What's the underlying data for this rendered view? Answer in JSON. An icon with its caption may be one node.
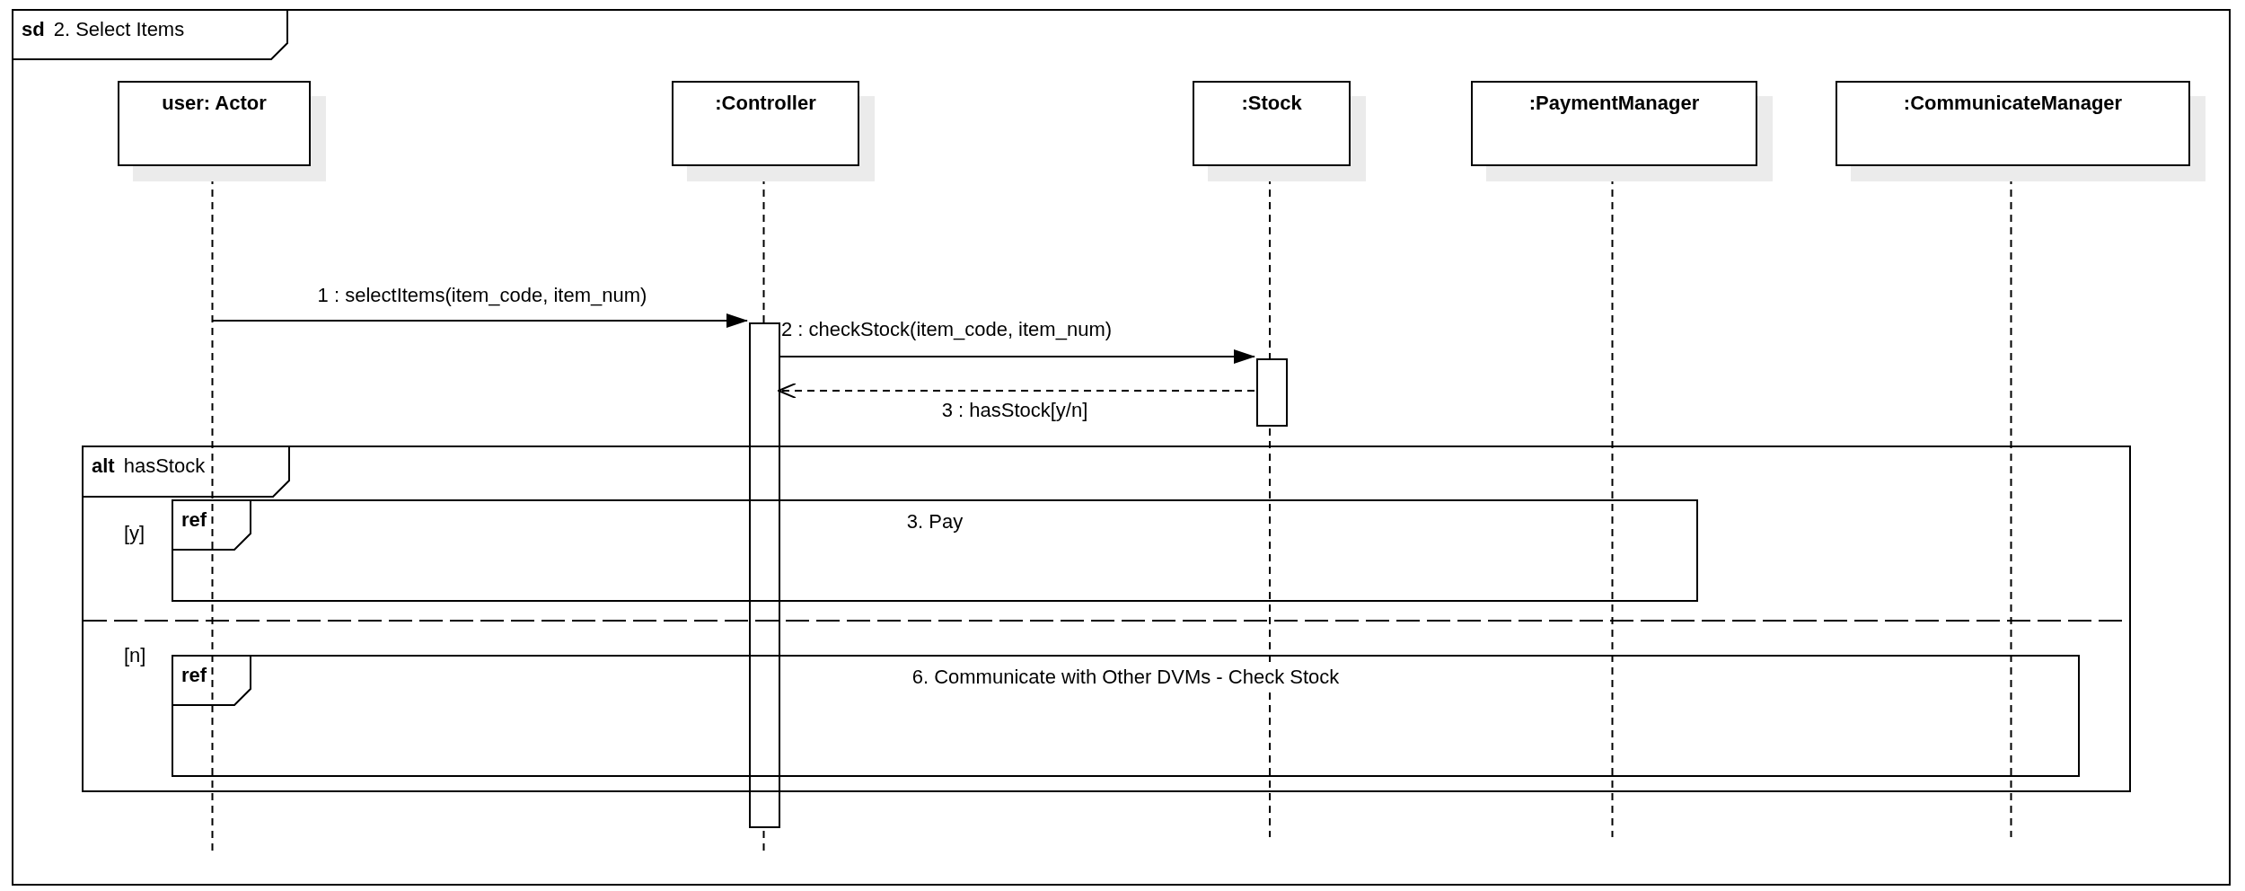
{
  "diagram": {
    "nodes": [
      {
        "text": [
          "sd",
          "2. Select Items"
        ]
      },
      {
        "text": [
          "user: Actor"
        ],
        "in": 0
      },
      {
        "text": [
          ":Controller"
        ],
        "in": 0
      },
      {
        "text": [
          ":Stock"
        ],
        "in": 0
      },
      {
        "text": [
          ":PaymentManager"
        ],
        "in": 0
      },
      {
        "text": [
          ":CommunicateManager"
        ],
        "in": 0
      },
      {
        "text": [],
        "shape": "bar",
        "in": 0
      },
      {
        "text": [],
        "shape": "bar",
        "in": 0
      },
      {
        "text": [
          "alt",
          "hasStock"
        ],
        "in": 0
      },
      {
        "text": [
          "ref",
          "3. Pay"
        ],
        "in": 8
      },
      {
        "text": [
          "ref",
          "6. Communicate with Other DVMs - Check Stock"
        ],
        "in": 8
      }
    ],
    "edges": [
      {
        "from": 1,
        "to": 6,
        "arrow": "to",
        "label": "1 : selectItems(item_code, item_num)"
      },
      {
        "from": 6,
        "to": 7,
        "arrow": "to",
        "label": "2 : checkStock(item_code, item_num)"
      },
      {
        "from": 7,
        "to": 6,
        "arrow": "to",
        "style": "dashed",
        "label": "3 : hasStock[y/n]"
      }
    ],
    "labels": [
      "[y]",
      "[n]"
    ]
  }
}
